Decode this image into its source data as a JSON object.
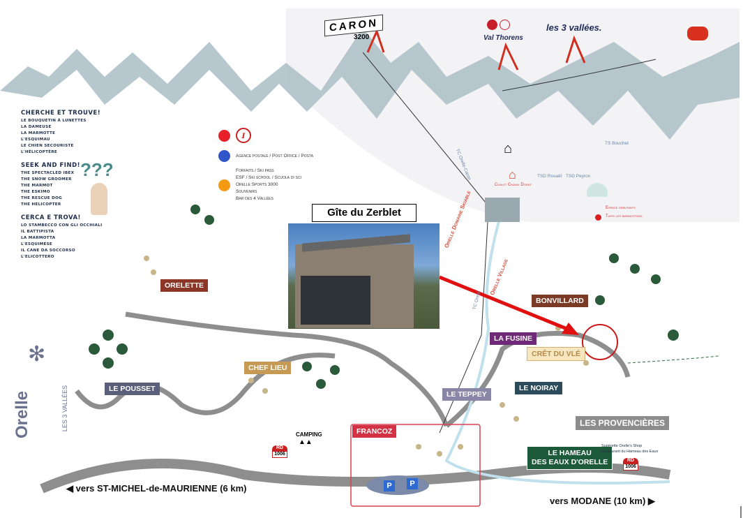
{
  "hunt": {
    "fr_title": "CHERCHE ET TROUVE!",
    "fr_items": [
      "LE BOUQUETIN À LUNETTES",
      "LA DAMEUSE",
      "LA MARMOTTE",
      "L'ESQUIMAU",
      "LE CHIEN SECOURISTE",
      "L'HÉLICOPTÈRE"
    ],
    "en_title": "SEEK AND FIND!",
    "en_items": [
      "THE SPECTACLED IBEX",
      "THE SNOW GROOMER",
      "THE MARMOT",
      "THE ESKIMO",
      "THE RESCUE DOG",
      "THE HELICOPTER"
    ],
    "it_title": "CERCA E TROVA!",
    "it_items": [
      "LO STAMBECCO CON GLI OCCHIALI",
      "IL BATTIPISTA",
      "LA MARMOTTA",
      "L'ESQUIMESE",
      "IL CANE DA SOCCORSO",
      "L'ELICOTTERO"
    ]
  },
  "legend": {
    "info_symbol": "i",
    "post": "Agence postale / Post Office / Posta",
    "orange_items": [
      "Forfaits / Ski pass",
      "ESF / Ski school / Scuola di sci",
      "Orelle Sports 3000",
      "Souvenirs",
      "Bar des 4 Vallées"
    ],
    "colors": {
      "info": "#e8202a",
      "post": "#2f55c8",
      "shop": "#f39a12"
    }
  },
  "top": {
    "caron": "CARON",
    "caron_alt": "3200",
    "val_thorens": "Val Thorens",
    "trois_vallees": "les 3 vallées."
  },
  "lifts": [
    "TSD Rosaël",
    "TSD Peyron",
    "TS Bouchet",
    "TC Orelle-Caron",
    "TC Orelle"
  ],
  "places": {
    "chalet": "Chalet Chaval Dorat",
    "beginners": "Espace débutants",
    "marmottons": "Tapis les marmottons",
    "domaine": "Orelle Domaine Skiable",
    "village": "Orelle Village"
  },
  "photo": {
    "title": "Gîte du Zerblet"
  },
  "villages": {
    "orelette": "ORELETTE",
    "bonvillard": "BONVILLARD",
    "la_fusine": "LA FUSINE",
    "cret_du_vle": "CRÊT DU VLÉ",
    "chef_lieu": "CHEF LIEU",
    "le_pousset": "LE POUSSET",
    "le_teppey": "LE TEPPEY",
    "le_noiray": "LE NOIRAY",
    "les_provencieres": "LES PROVENCIÈRES",
    "francoz": "FRANCOZ",
    "hameau_1": "LE HAMEAU",
    "hameau_2": "DES EAUX D'ORELLE"
  },
  "hameau_services": [
    "Supérette Orelle's Shop",
    "Restaurant du Hameau des Eaux"
  ],
  "camping": "CAMPING",
  "road": {
    "rd": "RD",
    "num": "1006"
  },
  "parking": "P",
  "logo": {
    "name": "Orelle",
    "sub": "LES 3 VALLÉES"
  },
  "directions": {
    "left": "vers ST-MICHEL-de-MAURIENNE (6 km)",
    "right": "vers MODANE (10 km)"
  }
}
